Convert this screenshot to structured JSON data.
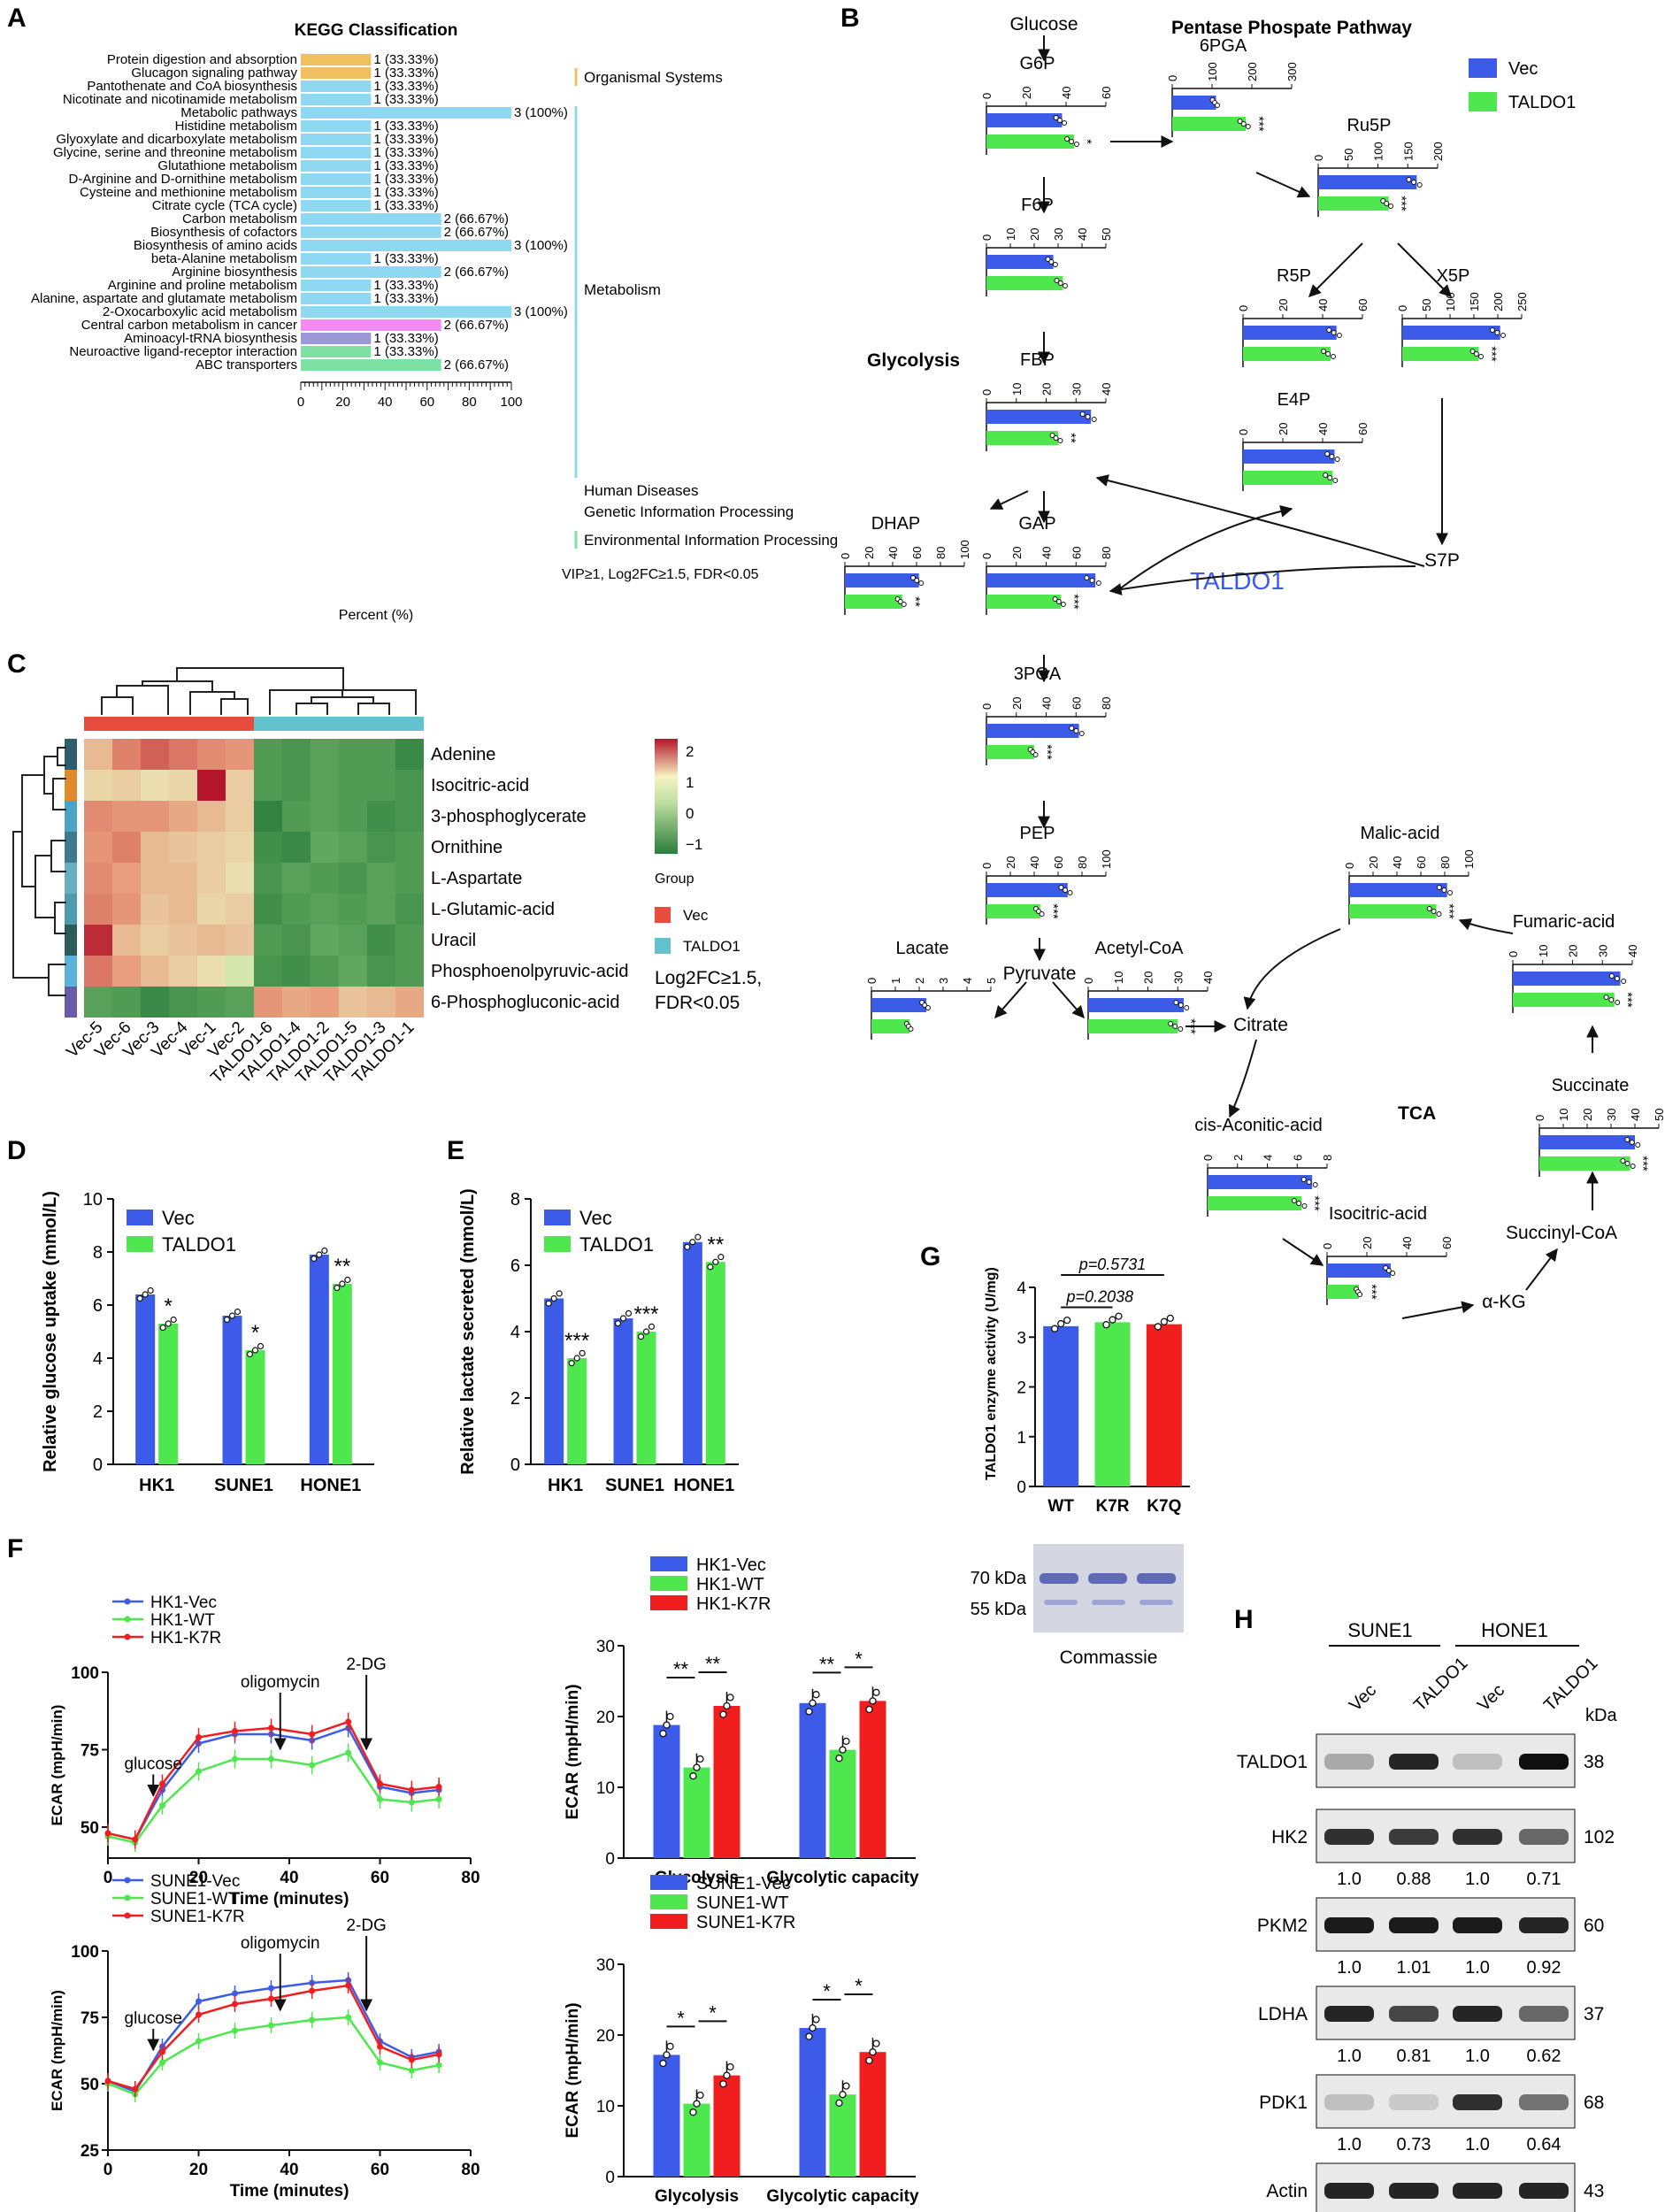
{
  "panels": [
    "A",
    "B",
    "C",
    "D",
    "E",
    "F",
    "G",
    "H"
  ],
  "colors": {
    "vec": "#3B5BE8",
    "taldo": "#4EE84E",
    "k7r": "#F01E1E",
    "os": "#F0C060",
    "met": "#8ED8F2",
    "hd": "#F38BF0",
    "gip": "#9C98D8",
    "eip": "#7FE0A4"
  },
  "panelA": {
    "title": "KEGG Classification",
    "xlabel": "Percent (%)",
    "ticks": [
      "0",
      "20",
      "40",
      "60",
      "80",
      "100"
    ],
    "note": "VIP≥1, Log2FC≥1.5, FDR<0.05",
    "groups": [
      "Organismal Systems",
      "Metabolism",
      "Human Diseases",
      "Genetic Information Processing",
      "Environmental Information Processing"
    ],
    "rows": [
      {
        "name": "Protein digestion and absorption",
        "pct": 33.33,
        "label": "1 (33.33%)",
        "g": 0
      },
      {
        "name": "Glucagon signaling pathway",
        "pct": 33.33,
        "label": "1 (33.33%)",
        "g": 0
      },
      {
        "name": "Pantothenate and CoA biosynthesis",
        "pct": 33.33,
        "label": "1 (33.33%)",
        "g": 1
      },
      {
        "name": "Nicotinate and nicotinamide metabolism",
        "pct": 33.33,
        "label": "1 (33.33%)",
        "g": 1
      },
      {
        "name": "Metabolic pathways",
        "pct": 100,
        "label": "3 (100%)",
        "g": 1
      },
      {
        "name": "Histidine metabolism",
        "pct": 33.33,
        "label": "1 (33.33%)",
        "g": 1
      },
      {
        "name": "Glyoxylate and dicarboxylate metabolism",
        "pct": 33.33,
        "label": "1 (33.33%)",
        "g": 1
      },
      {
        "name": "Glycine, serine and threonine metabolism",
        "pct": 33.33,
        "label": "1 (33.33%)",
        "g": 1
      },
      {
        "name": "Glutathione metabolism",
        "pct": 33.33,
        "label": "1 (33.33%)",
        "g": 1
      },
      {
        "name": "D-Arginine and D-ornithine metabolism",
        "pct": 33.33,
        "label": "1 (33.33%)",
        "g": 1
      },
      {
        "name": "Cysteine and methionine metabolism",
        "pct": 33.33,
        "label": "1 (33.33%)",
        "g": 1
      },
      {
        "name": "Citrate cycle (TCA cycle)",
        "pct": 33.33,
        "label": "1 (33.33%)",
        "g": 1
      },
      {
        "name": "Carbon metabolism",
        "pct": 66.67,
        "label": "2 (66.67%)",
        "g": 1
      },
      {
        "name": "Biosynthesis of cofactors",
        "pct": 66.67,
        "label": "2 (66.67%)",
        "g": 1
      },
      {
        "name": "Biosynthesis of amino acids",
        "pct": 100,
        "label": "3 (100%)",
        "g": 1
      },
      {
        "name": "beta-Alanine metabolism",
        "pct": 33.33,
        "label": "1 (33.33%)",
        "g": 1
      },
      {
        "name": "Arginine biosynthesis",
        "pct": 66.67,
        "label": "2 (66.67%)",
        "g": 1
      },
      {
        "name": "Arginine and proline metabolism",
        "pct": 33.33,
        "label": "1 (33.33%)",
        "g": 1
      },
      {
        "name": "Alanine, aspartate and glutamate metabolism",
        "pct": 33.33,
        "label": "1 (33.33%)",
        "g": 1
      },
      {
        "name": "2-Oxocarboxylic acid metabolism",
        "pct": 100,
        "label": "3 (100%)",
        "g": 1
      },
      {
        "name": "Central carbon metabolism in cancer",
        "pct": 66.67,
        "label": "2 (66.67%)",
        "g": 2
      },
      {
        "name": "Aminoacyl-tRNA biosynthesis",
        "pct": 33.33,
        "label": "1 (33.33%)",
        "g": 3
      },
      {
        "name": "Neuroactive ligand-receptor interaction",
        "pct": 33.33,
        "label": "1 (33.33%)",
        "g": 4
      },
      {
        "name": "ABC transporters",
        "pct": 66.67,
        "label": "2 (66.67%)",
        "g": 4
      }
    ]
  },
  "panelB": {
    "title": "Pentase Phospate Pathway",
    "glycolysis": "Glycolysis",
    "tca": "TCA",
    "enzyme": "TALDO1",
    "legend": [
      "Vec",
      "TALDO1"
    ],
    "nodes": [
      "Glucose",
      "Pyruvate",
      "Citrate",
      "S7P",
      "α-KG",
      "Succinyl-CoA"
    ],
    "metabolites": [
      {
        "name": "G6P",
        "ticks": [
          "0",
          "20",
          "40",
          "60"
        ],
        "max": 60,
        "vec": 38,
        "taldo": 44,
        "sig": "*"
      },
      {
        "name": "6PGA",
        "ticks": [
          "0",
          "100",
          "200",
          "300"
        ],
        "max": 300,
        "vec": 110,
        "taldo": 185,
        "sig": "***"
      },
      {
        "name": "Ru5P",
        "ticks": [
          "0",
          "50",
          "100",
          "150",
          "200"
        ],
        "max": 200,
        "vec": 165,
        "taldo": 118,
        "sig": "***"
      },
      {
        "name": "F6P",
        "ticks": [
          "0",
          "10",
          "20",
          "30",
          "40",
          "50"
        ],
        "max": 50,
        "vec": 28,
        "taldo": 32,
        "sig": ""
      },
      {
        "name": "R5P",
        "ticks": [
          "0",
          "20",
          "40",
          "60"
        ],
        "max": 60,
        "vec": 47,
        "taldo": 44,
        "sig": ""
      },
      {
        "name": "X5P",
        "ticks": [
          "0",
          "50",
          "100",
          "150",
          "200",
          "250"
        ],
        "max": 250,
        "vec": 205,
        "taldo": 160,
        "sig": "***"
      },
      {
        "name": "FBP",
        "ticks": [
          "0",
          "10",
          "20",
          "30",
          "40"
        ],
        "max": 40,
        "vec": 35,
        "taldo": 24,
        "sig": "**"
      },
      {
        "name": "E4P",
        "ticks": [
          "0",
          "20",
          "40",
          "60"
        ],
        "max": 60,
        "vec": 46,
        "taldo": 45,
        "sig": ""
      },
      {
        "name": "DHAP",
        "ticks": [
          "0",
          "20",
          "40",
          "60",
          "80",
          "100"
        ],
        "max": 100,
        "vec": 62,
        "taldo": 48,
        "sig": "**"
      },
      {
        "name": "GAP",
        "ticks": [
          "0",
          "20",
          "40",
          "60",
          "80"
        ],
        "max": 80,
        "vec": 73,
        "taldo": 50,
        "sig": "***"
      },
      {
        "name": "3PGA",
        "ticks": [
          "0",
          "20",
          "40",
          "60",
          "80"
        ],
        "max": 80,
        "vec": 62,
        "taldo": 32,
        "sig": "***"
      },
      {
        "name": "PEP",
        "ticks": [
          "0",
          "20",
          "40",
          "60",
          "80",
          "100"
        ],
        "max": 100,
        "vec": 68,
        "taldo": 45,
        "sig": "***"
      },
      {
        "name": "Lacate",
        "ticks": [
          "0",
          "1",
          "2",
          "3",
          "4",
          "5"
        ],
        "max": 5,
        "vec": 2.3,
        "taldo": 1.6,
        "sig": ""
      },
      {
        "name": "Acetyl-CoA",
        "ticks": [
          "0",
          "10",
          "20",
          "30",
          "40"
        ],
        "max": 40,
        "vec": 32,
        "taldo": 30,
        "sig": "***"
      },
      {
        "name": "Malic-acid",
        "ticks": [
          "0",
          "20",
          "40",
          "60",
          "80",
          "100"
        ],
        "max": 100,
        "vec": 82,
        "taldo": 73,
        "sig": "***"
      },
      {
        "name": "Fumaric-acid",
        "ticks": [
          "0",
          "10",
          "20",
          "30",
          "40"
        ],
        "max": 40,
        "vec": 36,
        "taldo": 34,
        "sig": "***"
      },
      {
        "name": "Succinate",
        "ticks": [
          "0",
          "10",
          "20",
          "30",
          "40",
          "50"
        ],
        "max": 50,
        "vec": 40,
        "taldo": 38,
        "sig": "***"
      },
      {
        "name": "cis-Aconitic-acid",
        "ticks": [
          "0",
          "2",
          "4",
          "6",
          "8"
        ],
        "max": 8,
        "vec": 7.0,
        "taldo": 6.3,
        "sig": "***"
      },
      {
        "name": "Isocitric-acid",
        "ticks": [
          "0",
          "20",
          "40",
          "60"
        ],
        "max": 60,
        "vec": 32,
        "taldo": 16,
        "sig": "***"
      }
    ]
  },
  "panelC": {
    "rows": [
      "Adenine",
      "Isocitric-acid",
      "3-phosphoglycerate",
      "Ornithine",
      "L-Aspartate",
      "L-Glutamic-acid",
      "Uracil",
      "Phosphoenolpyruvic-acid",
      "6-Phosphogluconic-acid"
    ],
    "cols": [
      "Vec-5",
      "Vec-6",
      "Vec-3",
      "Vec-4",
      "Vec-1",
      "Vec-2",
      "TALDO1-6",
      "TALDO1-4",
      "TALDO1-2",
      "TALDO1-5",
      "TALDO1-3",
      "TALDO1-1"
    ],
    "values": [
      [
        0.6,
        1.2,
        1.5,
        1.3,
        1.1,
        1.0,
        -1.0,
        -1.1,
        -0.9,
        -1.0,
        -1.0,
        -1.3
      ],
      [
        0.3,
        0.4,
        0.2,
        0.3,
        2.2,
        0.4,
        -1.0,
        -1.1,
        -0.9,
        -1.0,
        -1.0,
        -1.1
      ],
      [
        1.1,
        1.0,
        1.0,
        0.8,
        0.6,
        0.4,
        -1.4,
        -1.0,
        -0.9,
        -1.0,
        -1.2,
        -1.1
      ],
      [
        1.0,
        1.2,
        0.6,
        0.5,
        0.4,
        0.3,
        -1.2,
        -1.3,
        -0.8,
        -0.9,
        -1.1,
        -1.0
      ],
      [
        1.1,
        0.9,
        0.6,
        0.6,
        0.4,
        0.2,
        -1.1,
        -0.9,
        -1.0,
        -1.1,
        -0.9,
        -1.0
      ],
      [
        1.2,
        1.0,
        0.5,
        0.6,
        0.3,
        0.4,
        -1.2,
        -1.0,
        -0.9,
        -1.0,
        -0.9,
        -1.1
      ],
      [
        2.0,
        0.6,
        0.4,
        0.5,
        0.6,
        0.5,
        -1.0,
        -1.1,
        -0.8,
        -0.9,
        -1.2,
        -1.0
      ],
      [
        1.3,
        0.9,
        0.6,
        0.4,
        0.2,
        -0.1,
        -1.1,
        -1.2,
        -1.0,
        -0.8,
        -1.1,
        -1.0
      ],
      [
        -0.9,
        -1.0,
        -1.3,
        -1.1,
        -1.0,
        -0.9,
        1.0,
        0.8,
        0.9,
        0.5,
        0.6,
        0.8
      ]
    ],
    "legend_ticks": [
      "2",
      "1",
      "0",
      "−1"
    ],
    "legend_title": "Group",
    "groups": [
      "Vec",
      "TALDO1"
    ],
    "note1": "Log2FC≥1.5,",
    "note2": "FDR<0.05"
  },
  "panelD": {
    "ylabel": "Relative glucose uptake (mmol/L)",
    "yticks": [
      "0",
      "2",
      "4",
      "6",
      "8",
      "10"
    ],
    "categories": [
      "HK1",
      "SUNE1",
      "HONE1"
    ],
    "legend": [
      "Vec",
      "TALDO1"
    ],
    "vec": [
      6.4,
      5.6,
      7.9
    ],
    "taldo": [
      5.3,
      4.3,
      6.8
    ],
    "sig": [
      "*",
      "*",
      "**"
    ]
  },
  "panelE": {
    "ylabel": "Relative lactate secreted (mmol/L)",
    "yticks": [
      "0",
      "2",
      "4",
      "6",
      "8"
    ],
    "categories": [
      "HK1",
      "SUNE1",
      "HONE1"
    ],
    "legend": [
      "Vec",
      "TALDO1"
    ],
    "vec": [
      5.0,
      4.4,
      6.7
    ],
    "taldo": [
      3.2,
      4.0,
      6.1
    ],
    "sig": [
      "***",
      "***",
      "**"
    ]
  },
  "panelF": {
    "line1": {
      "legend": [
        "HK1-Vec",
        "HK1-WT",
        "HK1-K7R"
      ],
      "yticks": [
        "50",
        "75",
        "100"
      ],
      "xticks": [
        "0",
        "20",
        "40",
        "60",
        "80"
      ],
      "x": [
        0,
        6,
        12,
        20,
        28,
        36,
        45,
        53,
        60,
        67,
        73
      ],
      "vec": [
        48,
        46,
        62,
        77,
        80,
        80,
        78,
        82,
        63,
        61,
        62
      ],
      "wt": [
        47,
        45,
        57,
        68,
        72,
        72,
        70,
        74,
        59,
        58,
        59
      ],
      "k7r": [
        48,
        46,
        64,
        79,
        81,
        82,
        80,
        84,
        64,
        62,
        63
      ]
    },
    "line2": {
      "legend": [
        "SUNE1-Vec",
        "SUNE1-WT",
        "SUNE1-K7R"
      ],
      "yticks": [
        "25",
        "50",
        "75",
        "100"
      ],
      "xticks": [
        "0",
        "20",
        "40",
        "60",
        "80"
      ],
      "x": [
        0,
        6,
        12,
        20,
        28,
        36,
        45,
        53,
        60,
        67,
        73
      ],
      "vec": [
        51,
        47,
        64,
        81,
        84,
        86,
        88,
        89,
        66,
        60,
        62
      ],
      "wt": [
        50,
        46,
        58,
        66,
        70,
        72,
        74,
        75,
        58,
        55,
        57
      ],
      "k7r": [
        51,
        48,
        62,
        76,
        80,
        82,
        85,
        87,
        64,
        59,
        61
      ]
    },
    "bar1": {
      "legend": [
        "HK1-Vec",
        "HK1-WT",
        "HK1-K7R"
      ],
      "yticks": [
        "0",
        "10",
        "20",
        "30"
      ],
      "ymax": 30,
      "categories": [
        "Glycolysis",
        "Glycolytic capacity"
      ],
      "vec": [
        18.8,
        21.9
      ],
      "wt": [
        12.8,
        15.3
      ],
      "k7r": [
        21.5,
        22.2
      ],
      "sig": [
        "**",
        "**",
        "**",
        "*"
      ]
    },
    "bar2": {
      "legend": [
        "SUNE1-Vec",
        "SUNE1-WT",
        "SUNE1-K7R"
      ],
      "yticks": [
        "0",
        "10",
        "20",
        "30"
      ],
      "ymax": 30,
      "categories": [
        "Glycolysis",
        "Glycolytic capacity"
      ],
      "vec": [
        17.2,
        21.0
      ],
      "wt": [
        10.3,
        11.6
      ],
      "k7r": [
        14.3,
        17.6
      ],
      "sig": [
        "*",
        "*",
        "*",
        "*"
      ]
    },
    "ylabel": "ECAR (mpH/min)",
    "xlabel": "Time (minutes)",
    "annotations": [
      "glucose",
      "oligomycin",
      "2-DG"
    ]
  },
  "panelG": {
    "ylabel": "TALDO1 enzyme activity (U/mg)",
    "yticks": [
      "0",
      "1",
      "2",
      "3",
      "4"
    ],
    "categories": [
      "WT",
      "K7R",
      "K7Q"
    ],
    "values": [
      3.22,
      3.3,
      3.26
    ],
    "p1": "p=0.2038",
    "p2": "p=0.5731",
    "kda1": "70 kDa",
    "kda2": "55 kDa",
    "gel_label": "Commassie"
  },
  "panelH": {
    "cell_lines": [
      "SUNE1",
      "HONE1"
    ],
    "lanes": [
      "Vec",
      "TALDO1",
      "Vec",
      "TALDO1"
    ],
    "kda_header": "kDa",
    "blots": [
      {
        "name": "TALDO1",
        "kda": "38",
        "quant": []
      },
      {
        "name": "HK2",
        "kda": "102",
        "quant": [
          "1.0",
          "0.88",
          "1.0",
          "0.71"
        ]
      },
      {
        "name": "PKM2",
        "kda": "60",
        "quant": [
          "1.0",
          "1.01",
          "1.0",
          "0.92"
        ]
      },
      {
        "name": "LDHA",
        "kda": "37",
        "quant": [
          "1.0",
          "0.81",
          "1.0",
          "0.62"
        ]
      },
      {
        "name": "PDK1",
        "kda": "68",
        "quant": [
          "1.0",
          "0.73",
          "1.0",
          "0.64"
        ]
      },
      {
        "name": "Actin",
        "kda": "43",
        "quant": []
      }
    ]
  }
}
